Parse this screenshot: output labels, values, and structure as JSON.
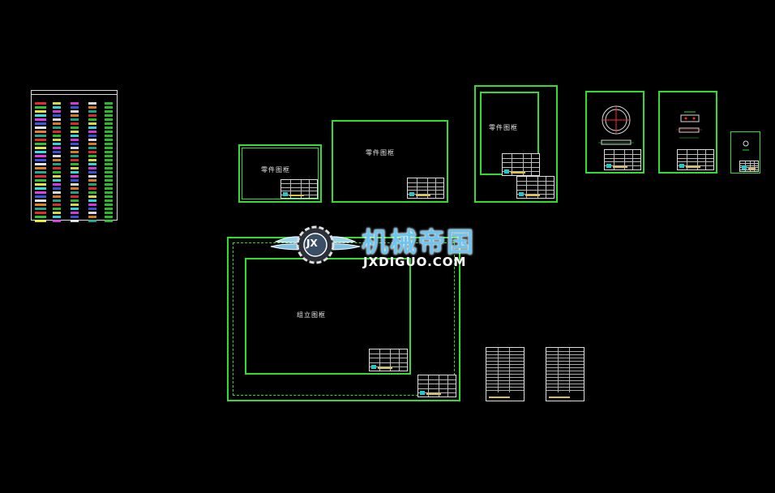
{
  "frames": {
    "part_small_label": "零件图框",
    "part_medium_label": "零件图框",
    "part_tall_label": "零件图框",
    "assembly_label": "组立图框"
  },
  "watermark": {
    "brand_cn": "机械帝国",
    "brand_url": "JXDIGUO.COM",
    "emblem_letters": "JX"
  },
  "colors": {
    "frame_green": "#2fdc2f",
    "background": "#000000",
    "title_block_cyan": "#1ec9c9",
    "watermark_blue": "#6ec6f0"
  }
}
